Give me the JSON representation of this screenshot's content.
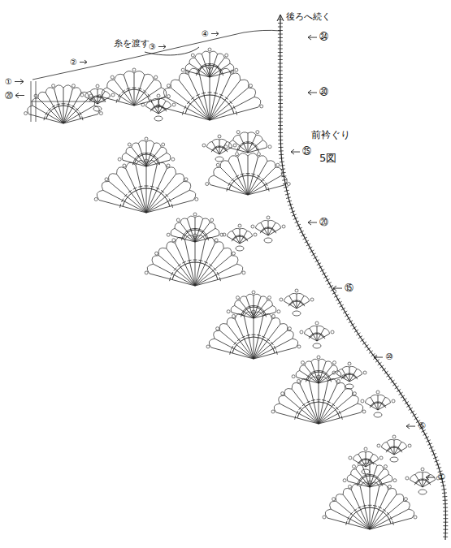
{
  "diagram": {
    "labels": [
      "後ろへ続く",
      "糸を渡す",
      "前衿ぐり",
      "5図",
      "②",
      "③",
      "④",
      "㉞",
      "㉚",
      "㉕",
      "⑳",
      "⑮",
      "⑩",
      "⑤",
      "①",
      "①",
      "⑳"
    ]
  }
}
